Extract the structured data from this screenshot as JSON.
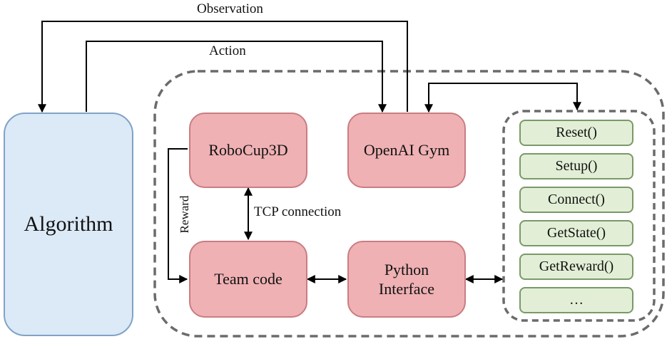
{
  "labels": {
    "observation": "Observation",
    "action": "Action",
    "tcp": "TCP connection",
    "reward": "Reward"
  },
  "nodes": {
    "algorithm": "Algorithm",
    "robocup": "RoboCup3D",
    "gym": "OpenAI Gym",
    "teamcode": "Team code",
    "python_line1": "Python",
    "python_line2": "Interface"
  },
  "functions": [
    "Reset()",
    "Setup()",
    "Connect()",
    "GetState()",
    "GetReward()",
    "…"
  ],
  "colors": {
    "algorithm_fill": "#dce9f6",
    "module_fill": "#efb1b4",
    "function_fill": "#e2efd6",
    "dashed_border": "#6b6b6b"
  }
}
